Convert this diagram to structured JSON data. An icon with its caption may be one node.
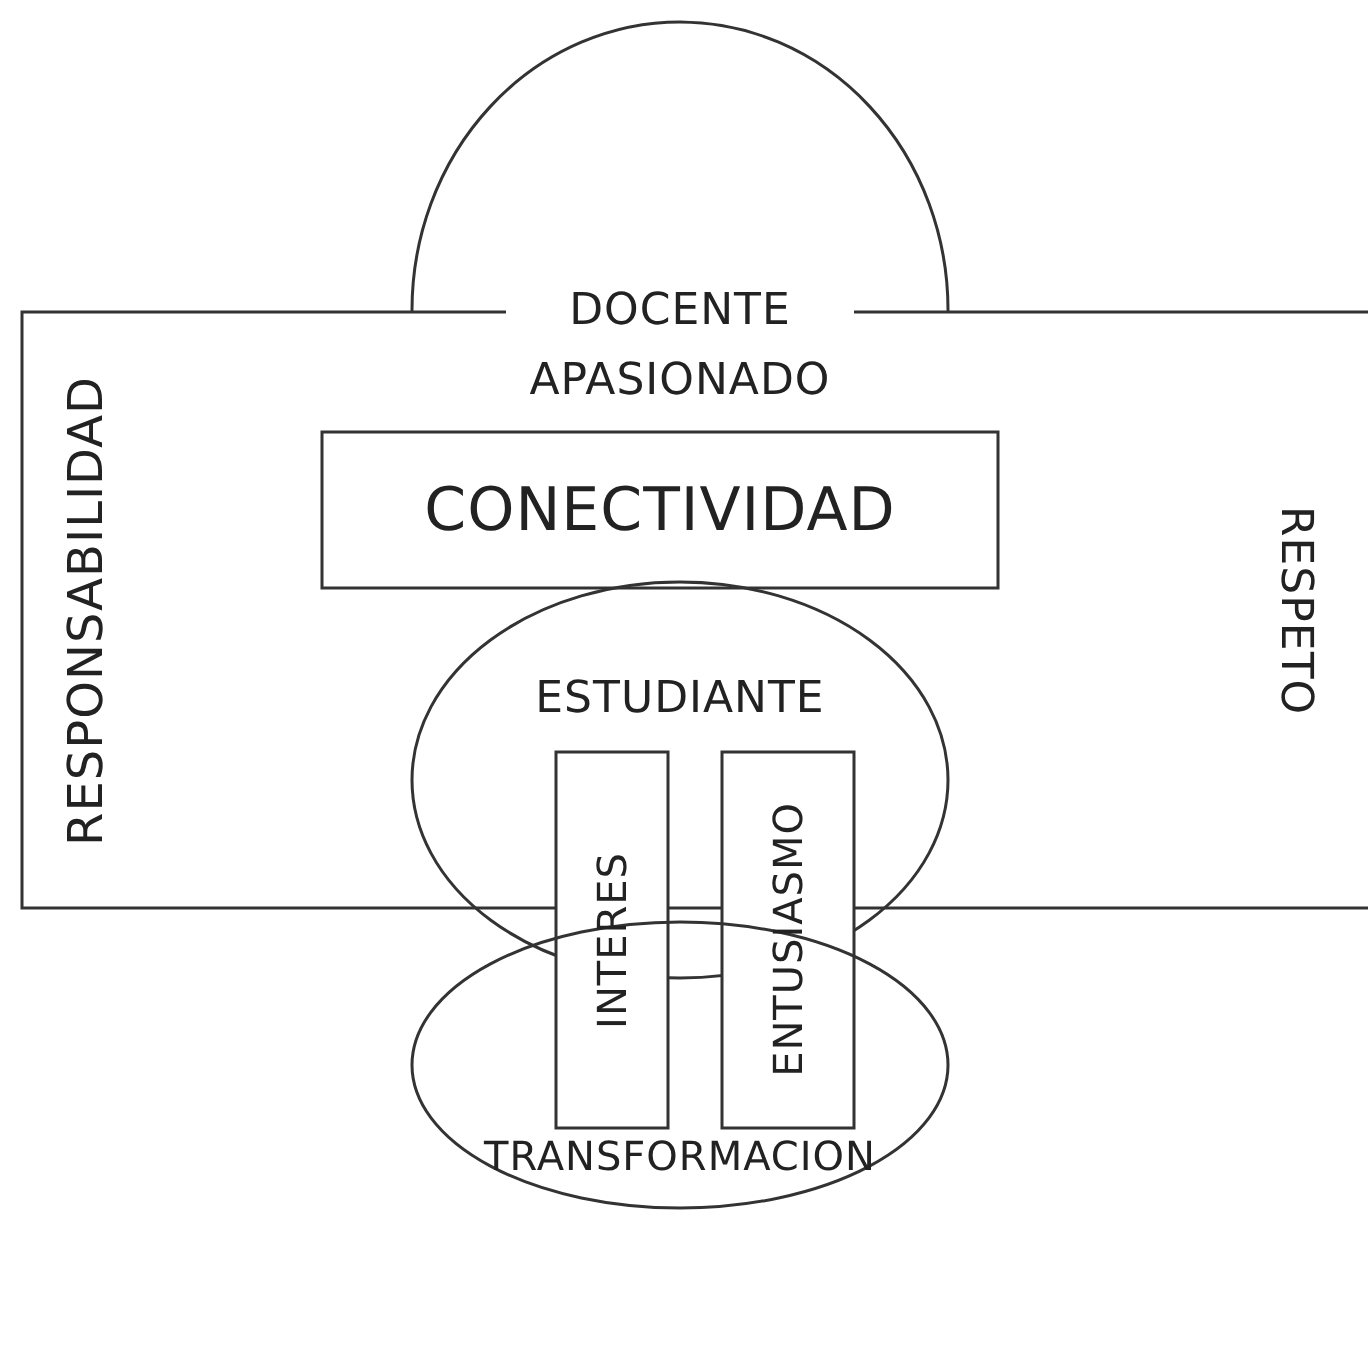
{
  "diagram": {
    "nodes": [
      {
        "text": [
          "DOCENTE APASIONADO"
        ]
      },
      {
        "text": [
          "RESPONSABILIDAD",
          "RESPETO"
        ]
      },
      {
        "text": [
          "CONECTIVIDAD"
        ],
        "in": 1
      },
      {
        "text": [
          "ESTUDIANTE"
        ]
      },
      {
        "text": [
          "INTERES"
        ]
      },
      {
        "text": [
          "ENTUSIASMO"
        ]
      },
      {
        "text": [
          "TRANSFORMACION"
        ]
      }
    ],
    "edges": []
  }
}
